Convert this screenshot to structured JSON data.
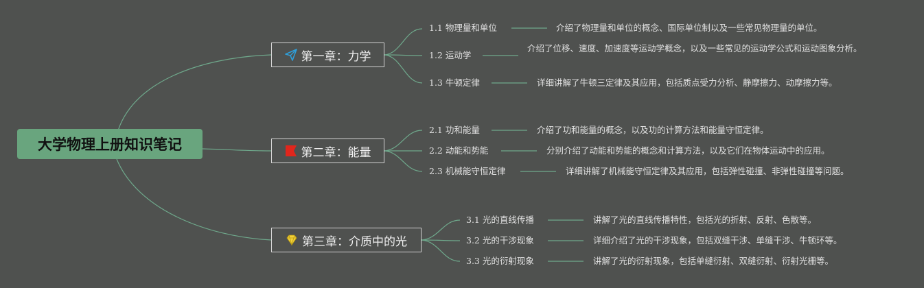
{
  "root": {
    "title": "大学物理上册知识笔记"
  },
  "chapters": [
    {
      "title": "第一章：力学",
      "icon": "paper-plane-icon",
      "icon_color": "#2f9ed8",
      "sections": [
        {
          "label": "1.1 物理量和单位",
          "desc": "介绍了物理量和单位的概念、国际单位制以及一些常见物理量的单位。"
        },
        {
          "label": "1.2 运动学",
          "desc": "介绍了位移、速度、加速度等运动学概念，以及一些常见的运动学公式和运动图象分析。"
        },
        {
          "label": "1.3 牛顿定律",
          "desc": "详细讲解了牛顿三定律及其应用，包括质点受力分析、静摩擦力、动摩擦力等。"
        }
      ]
    },
    {
      "title": "第二章：能量",
      "icon": "flag-icon",
      "icon_color": "#e1261c",
      "sections": [
        {
          "label": "2.1 功和能量",
          "desc": "介绍了功和能量的概念，以及功的计算方法和能量守恒定律。"
        },
        {
          "label": "2.2 动能和势能",
          "desc": "分别介绍了动能和势能的概念和计算方法，以及它们在物体运动中的应用。"
        },
        {
          "label": "2.3 机械能守恒定律",
          "desc": "详细讲解了机械能守恒定律及其应用，包括弹性碰撞、非弹性碰撞等问题。"
        }
      ]
    },
    {
      "title": "第三章：介质中的光",
      "icon": "diamond-icon",
      "icon_color": "#f3d23a",
      "sections": [
        {
          "label": "3.1 光的直线传播",
          "desc": "讲解了光的直线传播特性，包括光的折射、反射、色散等。"
        },
        {
          "label": "3.2 光的干涉现象",
          "desc": "详细介绍了光的干涉现象，包括双缝干涉、单缝干涉、牛顿环等。"
        },
        {
          "label": "3.3 光的衍射现象",
          "desc": "讲解了光的衍射现象，包括单缝衍射、双缝衍射、衍射光栅等。"
        }
      ]
    }
  ]
}
